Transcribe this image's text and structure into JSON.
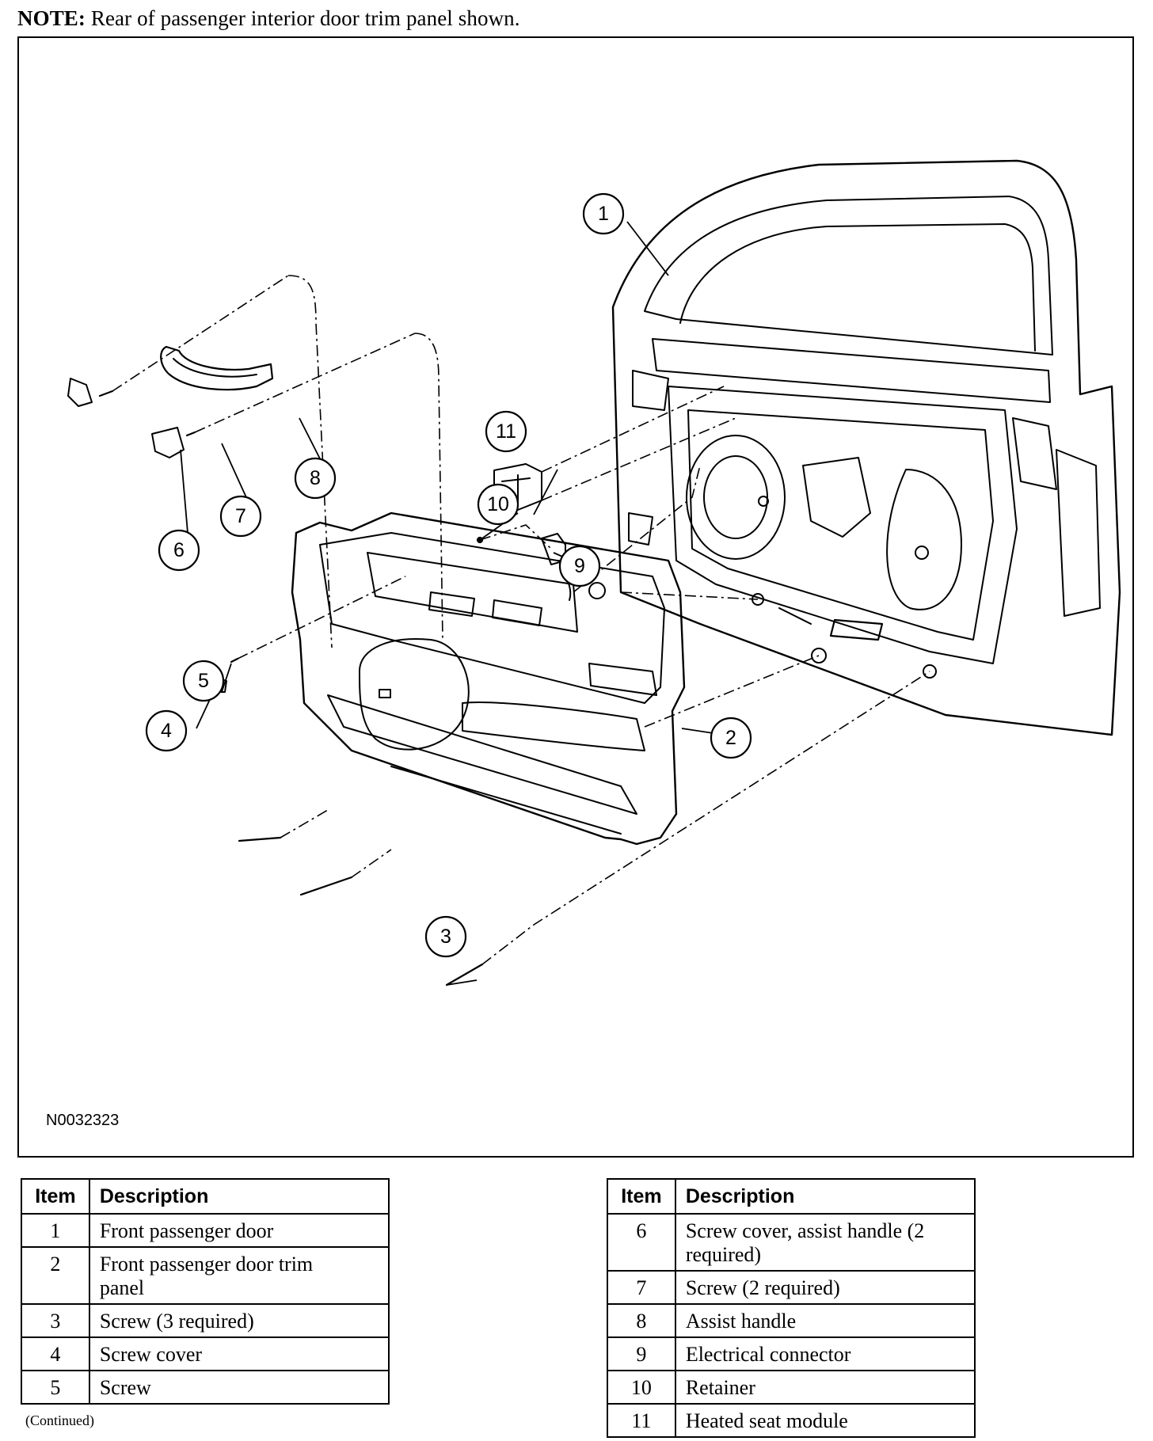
{
  "note": {
    "label": "NOTE:",
    "text": " Rear of passenger interior door trim panel shown."
  },
  "figure_id": "N0032323",
  "callouts": [
    "1",
    "2",
    "3",
    "4",
    "5",
    "6",
    "7",
    "8",
    "9",
    "10",
    "11"
  ],
  "table_left": {
    "headers": {
      "item": "Item",
      "description": "Description"
    },
    "rows": [
      {
        "item": "1",
        "description": "Front passenger door"
      },
      {
        "item": "2",
        "description": "Front passenger door trim panel"
      },
      {
        "item": "3",
        "description": "Screw (3 required)"
      },
      {
        "item": "4",
        "description": "Screw cover"
      },
      {
        "item": "5",
        "description": "Screw"
      }
    ]
  },
  "table_right": {
    "headers": {
      "item": "Item",
      "description": "Description"
    },
    "rows": [
      {
        "item": "6",
        "description": "Screw cover, assist handle (2 required)"
      },
      {
        "item": "7",
        "description": "Screw (2 required)"
      },
      {
        "item": "8",
        "description": "Assist handle"
      },
      {
        "item": "9",
        "description": "Electrical connector"
      },
      {
        "item": "10",
        "description": "Retainer"
      },
      {
        "item": "11",
        "description": "Heated seat module"
      }
    ]
  },
  "continued": "(Continued)"
}
